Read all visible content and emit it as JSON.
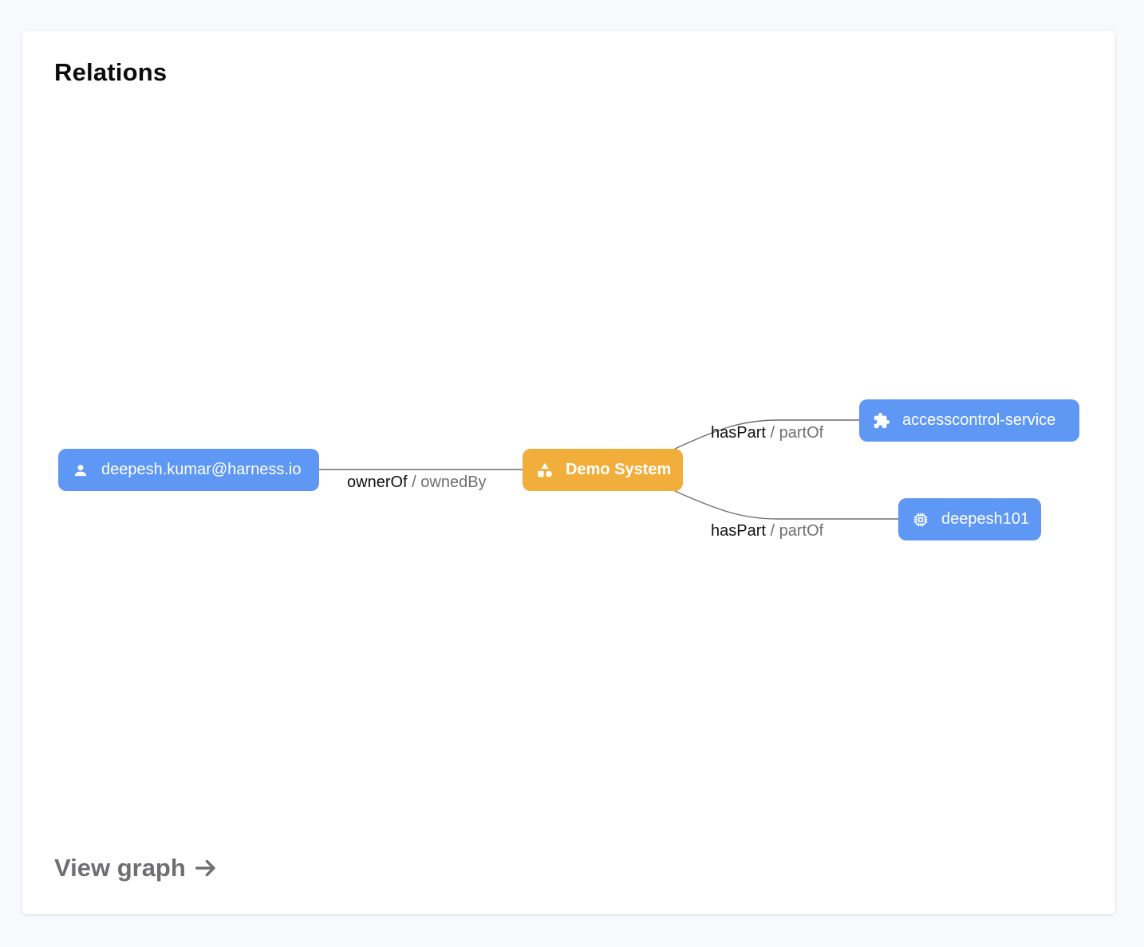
{
  "card": {
    "title": "Relations"
  },
  "nodes": {
    "owner": {
      "label": "deepesh.kumar@harness.io",
      "icon": "user-icon",
      "color": "#5f97f5"
    },
    "system": {
      "label": "Demo System",
      "icon": "system-shapes-icon",
      "color": "#f2ae3b"
    },
    "component1": {
      "label": "accesscontrol-service",
      "icon": "puzzle-icon",
      "color": "#5f97f5"
    },
    "component2": {
      "label": "deepesh101",
      "icon": "chip-icon",
      "color": "#5f97f5"
    }
  },
  "edges": {
    "owner_system": {
      "primary": "ownerOf",
      "secondary": "ownedBy"
    },
    "system_component1": {
      "primary": "hasPart",
      "secondary": "partOf"
    },
    "system_component2": {
      "primary": "hasPart",
      "secondary": "partOf"
    }
  },
  "edge_separator": "/",
  "footer": {
    "view_graph_label": "View graph",
    "arrow_icon": "arrow-right-icon"
  }
}
